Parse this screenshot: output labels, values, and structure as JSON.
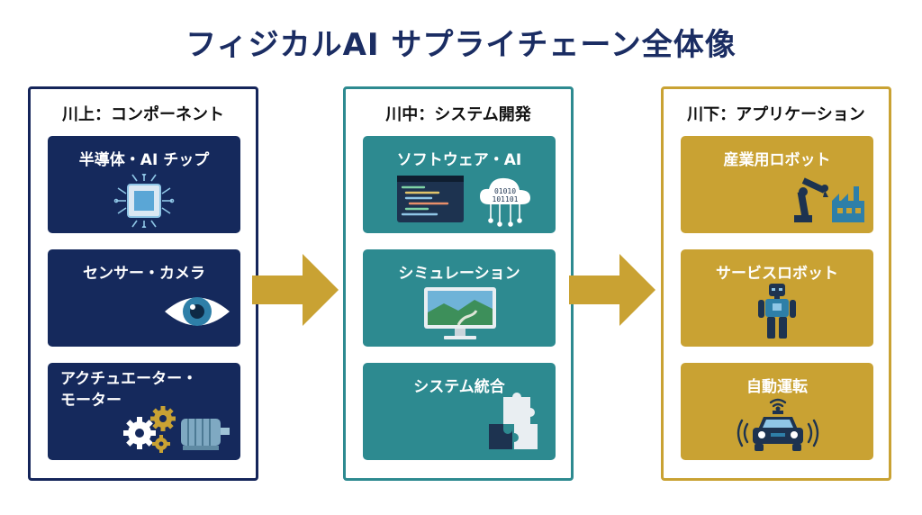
{
  "title": "フィジカルAI サプライチェーン全体像",
  "columns": [
    {
      "heading": "川上：コンポーネント",
      "cards": [
        {
          "label": "半導体・AI チップ",
          "icon": "chip-icon"
        },
        {
          "label": "センサー・カメラ",
          "icon": "eye-icon"
        },
        {
          "label_line1": "アクチュエーター・",
          "label_line2": "モーター",
          "icon": "gears-motor-icon"
        }
      ]
    },
    {
      "heading": "川中：システム開発",
      "cards": [
        {
          "label": "ソフトウェア・AI",
          "icon": "code-cloud-icon",
          "binary_1": "01010",
          "binary_2": "101101"
        },
        {
          "label": "シミュレーション",
          "icon": "monitor-icon"
        },
        {
          "label": "システム統合",
          "icon": "puzzle-icon"
        }
      ]
    },
    {
      "heading": "川下：アプリケーション",
      "cards": [
        {
          "label": "産業用ロボット",
          "icon": "robot-arm-factory-icon"
        },
        {
          "label": "サービスロボット",
          "icon": "humanoid-robot-icon"
        },
        {
          "label": "自動運転",
          "icon": "autonomous-car-icon"
        }
      ]
    }
  ],
  "colors": {
    "navy": "#15295c",
    "teal": "#2d8a90",
    "gold": "#c9a233",
    "arrow": "#c9a233"
  }
}
